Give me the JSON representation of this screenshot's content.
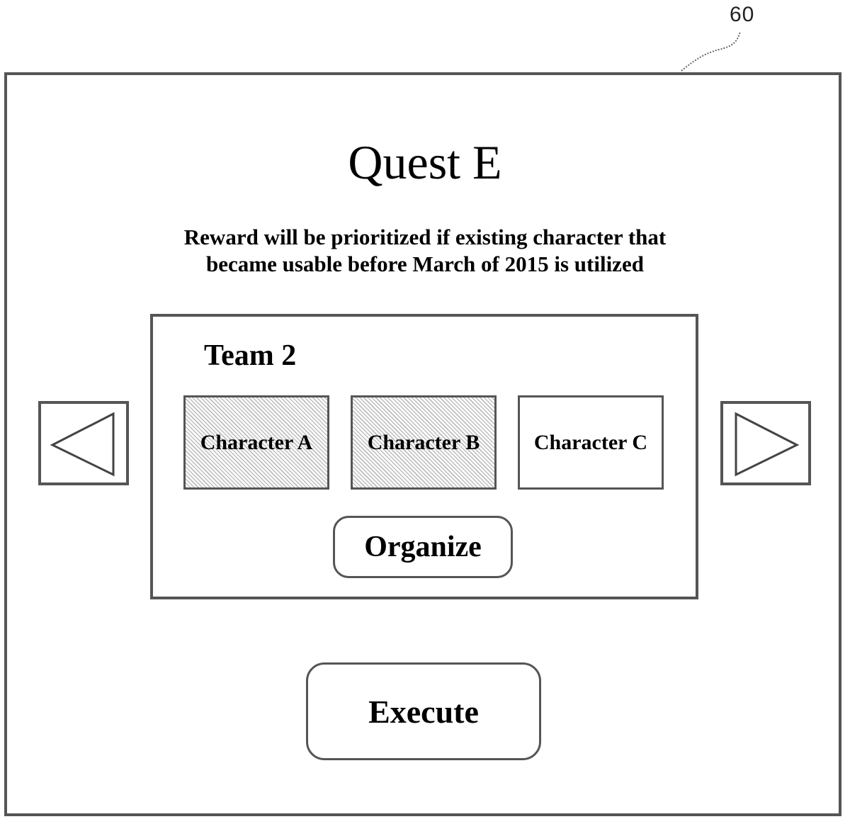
{
  "references": {
    "screen": "60",
    "team_panel": "62",
    "left_arrow": "64",
    "right_arrow": "64",
    "organize": "66",
    "execute": "68"
  },
  "quest": {
    "title": "Quest E",
    "notice_line1": "Reward will be prioritized if existing character that",
    "notice_line2": "became usable before March of 2015 is utilized"
  },
  "team": {
    "label": "Team 2",
    "characters": [
      {
        "name": "Character A",
        "hatched": true
      },
      {
        "name": "Character B",
        "hatched": true
      },
      {
        "name": "Character C",
        "hatched": false
      }
    ],
    "organize_label": "Organize"
  },
  "navigation": {
    "previous_icon": "triangle-left-icon",
    "next_icon": "triangle-right-icon"
  },
  "execute_label": "Execute",
  "colors": {
    "line": "#555555",
    "hatch": "#bdbdbd"
  }
}
